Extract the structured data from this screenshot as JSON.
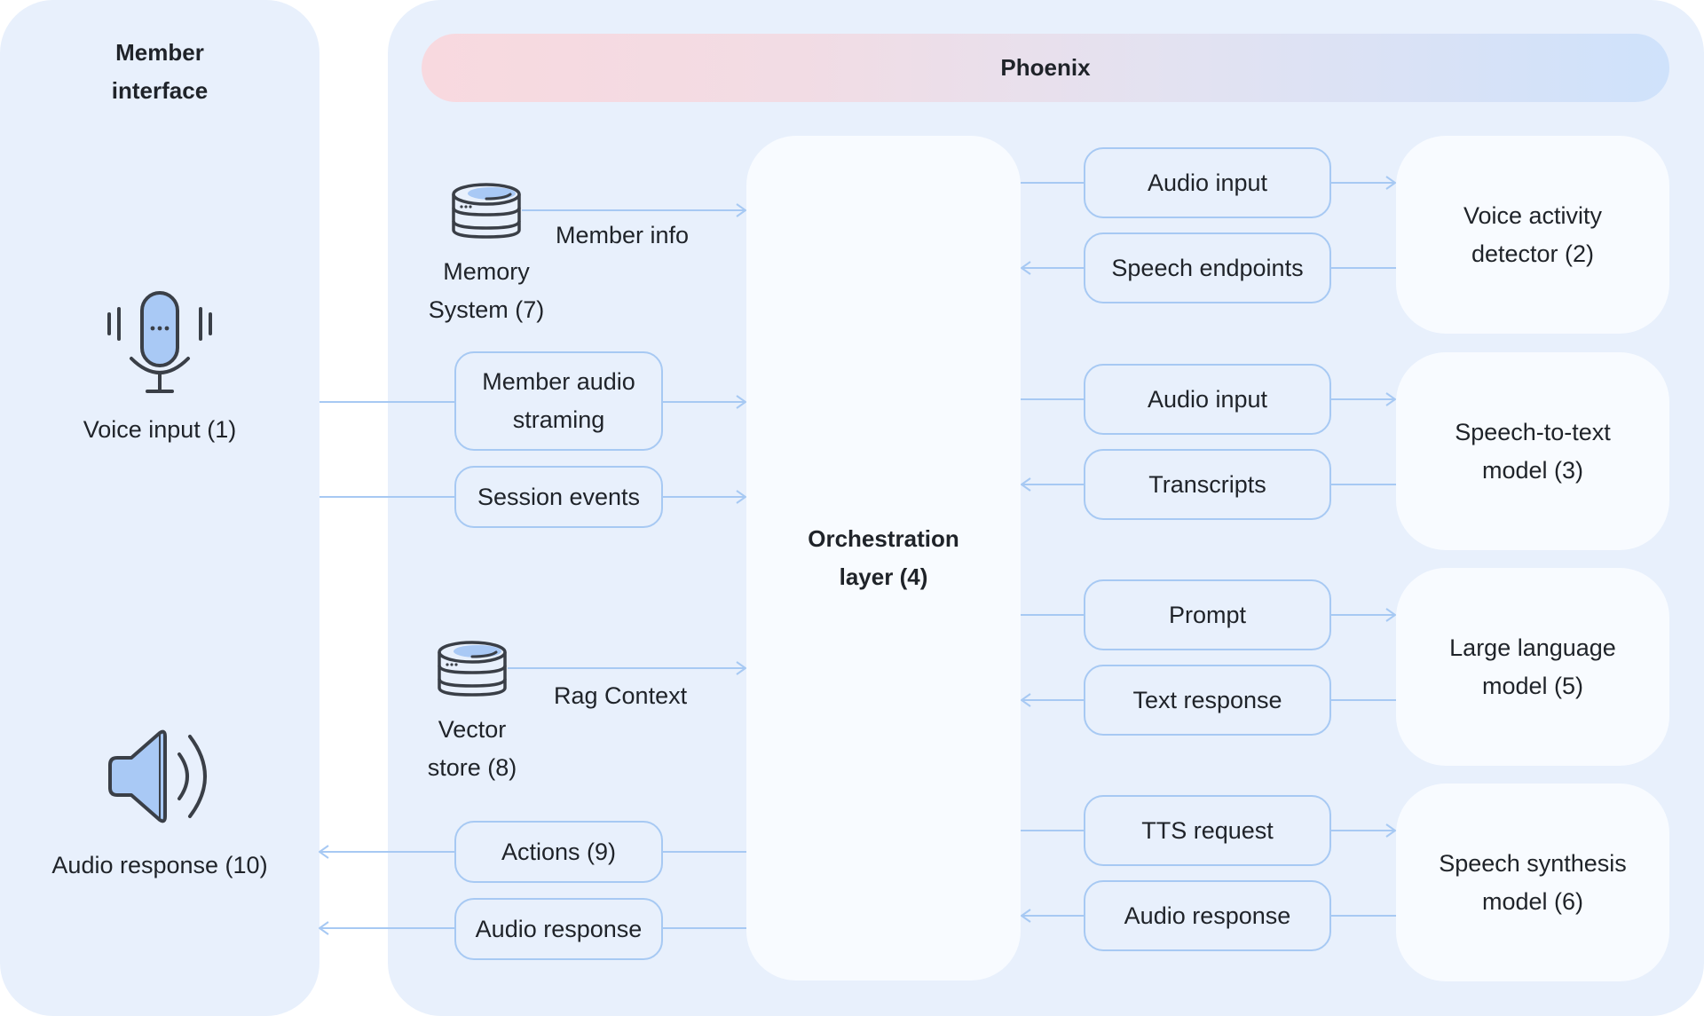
{
  "member_interface": {
    "title_line1": "Member",
    "title_line2": "interface",
    "voice_input_label": "Voice input (1)",
    "audio_response_label": "Audio response (10)",
    "icons": {
      "voice": "microphone-icon",
      "audio": "speaker-icon"
    }
  },
  "phoenix": {
    "title": "Phoenix",
    "orchestration": {
      "line1": "Orchestration",
      "line2": "layer (4)"
    },
    "memory_system": {
      "line1": "Memory",
      "line2": "System (7)",
      "icon": "database-icon",
      "flow_label": "Member info"
    },
    "vector_store": {
      "line1": "Vector",
      "line2": "store (8)",
      "icon": "database-icon",
      "flow_label": "Rag Context"
    },
    "left_flows": [
      {
        "line1": "Member audio",
        "line2": "straming",
        "direction": "to-orchestration"
      },
      {
        "label": "Session events",
        "direction": "to-orchestration"
      },
      {
        "label": "Actions (9)",
        "direction": "to-member-interface"
      },
      {
        "label": "Audio response",
        "direction": "to-member-interface"
      }
    ],
    "models": [
      {
        "line1": "Voice activity",
        "line2": "detector (2)",
        "flows": [
          {
            "label": "Audio input",
            "direction": "to-model"
          },
          {
            "label": "Speech endpoints",
            "direction": "to-orchestration"
          }
        ]
      },
      {
        "line1": "Speech-to-text",
        "line2": "model (3)",
        "flows": [
          {
            "label": "Audio input",
            "direction": "to-model"
          },
          {
            "label": "Transcripts",
            "direction": "to-orchestration"
          }
        ]
      },
      {
        "line1": "Large language",
        "line2": "model (5)",
        "flows": [
          {
            "label": "Prompt",
            "direction": "to-model"
          },
          {
            "label": "Text response",
            "direction": "to-orchestration"
          }
        ]
      },
      {
        "line1": "Speech synthesis",
        "line2": "model (6)",
        "flows": [
          {
            "label": "TTS request",
            "direction": "to-model"
          },
          {
            "label": "Audio response",
            "direction": "to-orchestration"
          }
        ]
      }
    ]
  },
  "colors": {
    "panel_bg": "#e8f0fc",
    "box_bg": "#f8fbff",
    "connector": "#a7c9f3",
    "icon_fill": "#a9c9f5",
    "icon_stroke": "#3a3f47",
    "banner_start": "#f8d9df",
    "banner_end": "#cfe2fb"
  }
}
